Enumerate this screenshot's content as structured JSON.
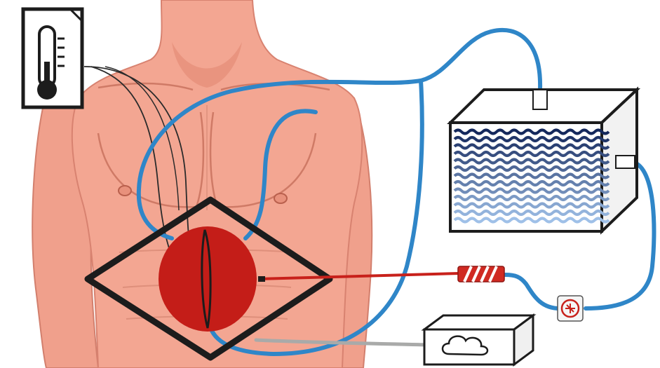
{
  "diagram": {
    "kind": "medical-illustration",
    "text_labels": []
  },
  "components": {
    "thermometer": {
      "icon": "thermometer-icon"
    },
    "torso": {
      "icon": "male-torso-illustration"
    },
    "target_zone": {
      "icon": "red-circle-icon",
      "shape": "diamond-outline"
    },
    "cooling_tank": {
      "icon": "water-waves-icon"
    },
    "pump": {
      "icon": "pump-icon"
    },
    "probe": {
      "icon": "striped-probe-icon"
    },
    "control_box": {
      "icon": "cloud-icon"
    }
  },
  "colors": {
    "skin": "#f2a38f",
    "skin_shadow": "#d9806d",
    "outline": "#2b2b2b",
    "tube_blue": "#2f86c8",
    "tube_red": "#c8211b",
    "target_red": "#c41d18",
    "tube_gray": "#a9aaa9",
    "wave_dark": "#14285c",
    "wave_light": "#9fc0e8"
  }
}
